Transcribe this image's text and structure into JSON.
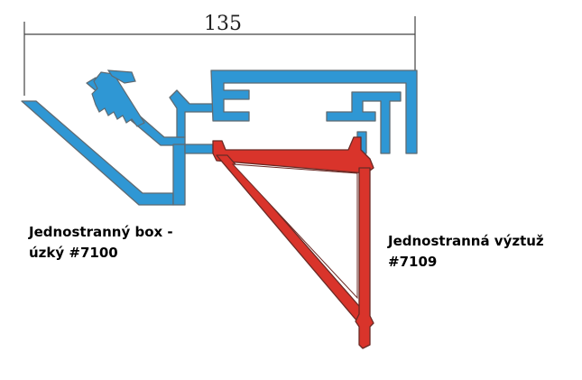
{
  "dimension": {
    "value": "135"
  },
  "labels": {
    "left_line1": "Jednostranný box -",
    "left_line2": "úzký #7100",
    "right_line1": "Jednostranná výztuž",
    "right_line2": "#7109"
  },
  "colors": {
    "box_profile": "#2f97d4",
    "reinforcement_profile": "#d9342b",
    "outline": "#6a6a6a",
    "dimension_line": "#444444"
  }
}
